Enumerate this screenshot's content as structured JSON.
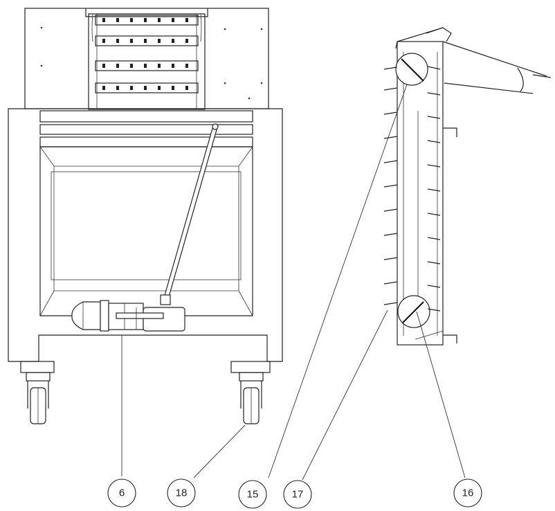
{
  "callouts": [
    {
      "id": "c6",
      "label": "6"
    },
    {
      "id": "c18",
      "label": "18"
    },
    {
      "id": "c15",
      "label": "15"
    },
    {
      "id": "c17",
      "label": "17"
    },
    {
      "id": "c16",
      "label": "16"
    }
  ],
  "colors": {
    "line": "#222222",
    "background": "#ffffff"
  }
}
